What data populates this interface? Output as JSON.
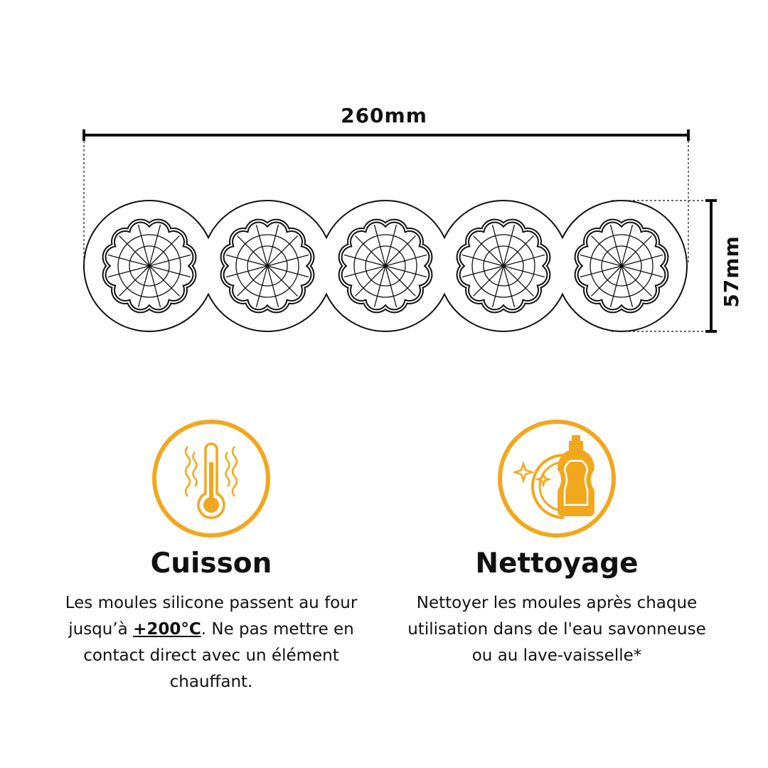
{
  "dimensions": {
    "width_label": "260mm",
    "height_label": "57mm"
  },
  "mold": {
    "cavities": 5,
    "shape": "flower-cavity"
  },
  "features": [
    {
      "icon": "thermometer-heat-icon",
      "title": "Cuisson",
      "text_before": "Les moules silicone passent au four jusqu’à ",
      "highlight": "+200°C",
      "text_after": ". Ne pas mettre en contact direct avec un élément chauffant."
    },
    {
      "icon": "dish-soap-icon",
      "title": "Nettoyage",
      "text": "Nettoyer les moules après chaque utilisation dans de l'eau savonneuse ou au lave-vaisselle*"
    }
  ],
  "colors": {
    "accent": "#F2A81D",
    "line": "#111111",
    "background": "#FFFFFF"
  }
}
